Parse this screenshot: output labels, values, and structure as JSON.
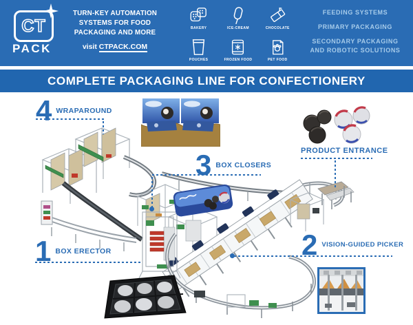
{
  "header": {
    "logo": {
      "ct": "CT",
      "pack": "PACK"
    },
    "tagline": [
      "TURN-KEY AUTOMATION",
      "SYSTEMS FOR FOOD",
      "PACKAGING AND MORE"
    ],
    "visit_prefix": "visit",
    "visit_link": "CTPACK.COM",
    "categories": [
      {
        "label": "BAKERY",
        "icon": "bakery-icon"
      },
      {
        "label": "ICE-CREAM",
        "icon": "ice-cream-icon"
      },
      {
        "label": "CHOCOLATE",
        "icon": "chocolate-icon"
      },
      {
        "label": "POUCHES",
        "icon": "pouches-icon"
      },
      {
        "label": "FROZEN FOOD",
        "icon": "frozen-food-icon"
      },
      {
        "label": "PET FOOD",
        "icon": "pet-food-icon"
      }
    ],
    "services": [
      {
        "label": "FEEDING SYSTEMS"
      },
      {
        "label": "PRIMARY PACKAGING"
      },
      {
        "label": "SECONDARY PACKAGING\nAND ROBOTIC SOLUTIONS"
      }
    ]
  },
  "banner": {
    "title": "COMPLETE PACKAGING LINE FOR CONFECTIONERY"
  },
  "diagram": {
    "station_wraparound": {
      "number": "4",
      "label": "WRAPAROUND"
    },
    "station_box_closers": {
      "number": "3",
      "label": "BOX CLOSERS"
    },
    "station_product_entrance": {
      "label": "PRODUCT ENTRANCE"
    },
    "station_box_erector": {
      "number": "1",
      "label": "BOX ERECTOR"
    },
    "station_picker": {
      "number": "2",
      "label": "VISION-GUIDED PICKER"
    }
  },
  "colors": {
    "header_blue": "#2a6cb4",
    "banner_blue": "#2166af",
    "accent_blue": "#2a6cb4",
    "light_blue_text": "#a6cbea"
  }
}
